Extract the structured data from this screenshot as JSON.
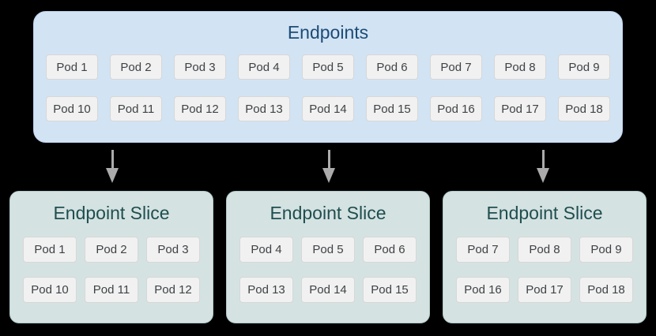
{
  "colors": {
    "background": "#000000",
    "endpoints_box_bg": "#d2e3f4",
    "endpoints_box_border": "#b9d1ec",
    "endpoints_title": "#1c4b76",
    "slice_box_bg": "#d5e2e2",
    "slice_box_border": "#b2c9c9",
    "slice_title": "#1f4e4e",
    "pod_bg": "#f1f1f1",
    "pod_border": "#d7d7d7",
    "pod_text": "#3f4245",
    "arrow": "#ababab"
  },
  "endpoints": {
    "title": "Endpoints",
    "rows": [
      [
        "Pod 1",
        "Pod 2",
        "Pod 3",
        "Pod 4",
        "Pod 5",
        "Pod 6",
        "Pod 7",
        "Pod 8",
        "Pod 9"
      ],
      [
        "Pod 10",
        "Pod 11",
        "Pod 12",
        "Pod 13",
        "Pod 14",
        "Pod 15",
        "Pod 16",
        "Pod 17",
        "Pod 18"
      ]
    ]
  },
  "slices": [
    {
      "title": "Endpoint Slice",
      "rows": [
        [
          "Pod 1",
          "Pod 2",
          "Pod 3"
        ],
        [
          "Pod 10",
          "Pod 11",
          "Pod 12"
        ]
      ]
    },
    {
      "title": "Endpoint Slice",
      "rows": [
        [
          "Pod 4",
          "Pod 5",
          "Pod 6"
        ],
        [
          "Pod 13",
          "Pod 14",
          "Pod 15"
        ]
      ]
    },
    {
      "title": "Endpoint Slice",
      "rows": [
        [
          "Pod 7",
          "Pod 8",
          "Pod 9"
        ],
        [
          "Pod 16",
          "Pod 17",
          "Pod 18"
        ]
      ]
    }
  ]
}
